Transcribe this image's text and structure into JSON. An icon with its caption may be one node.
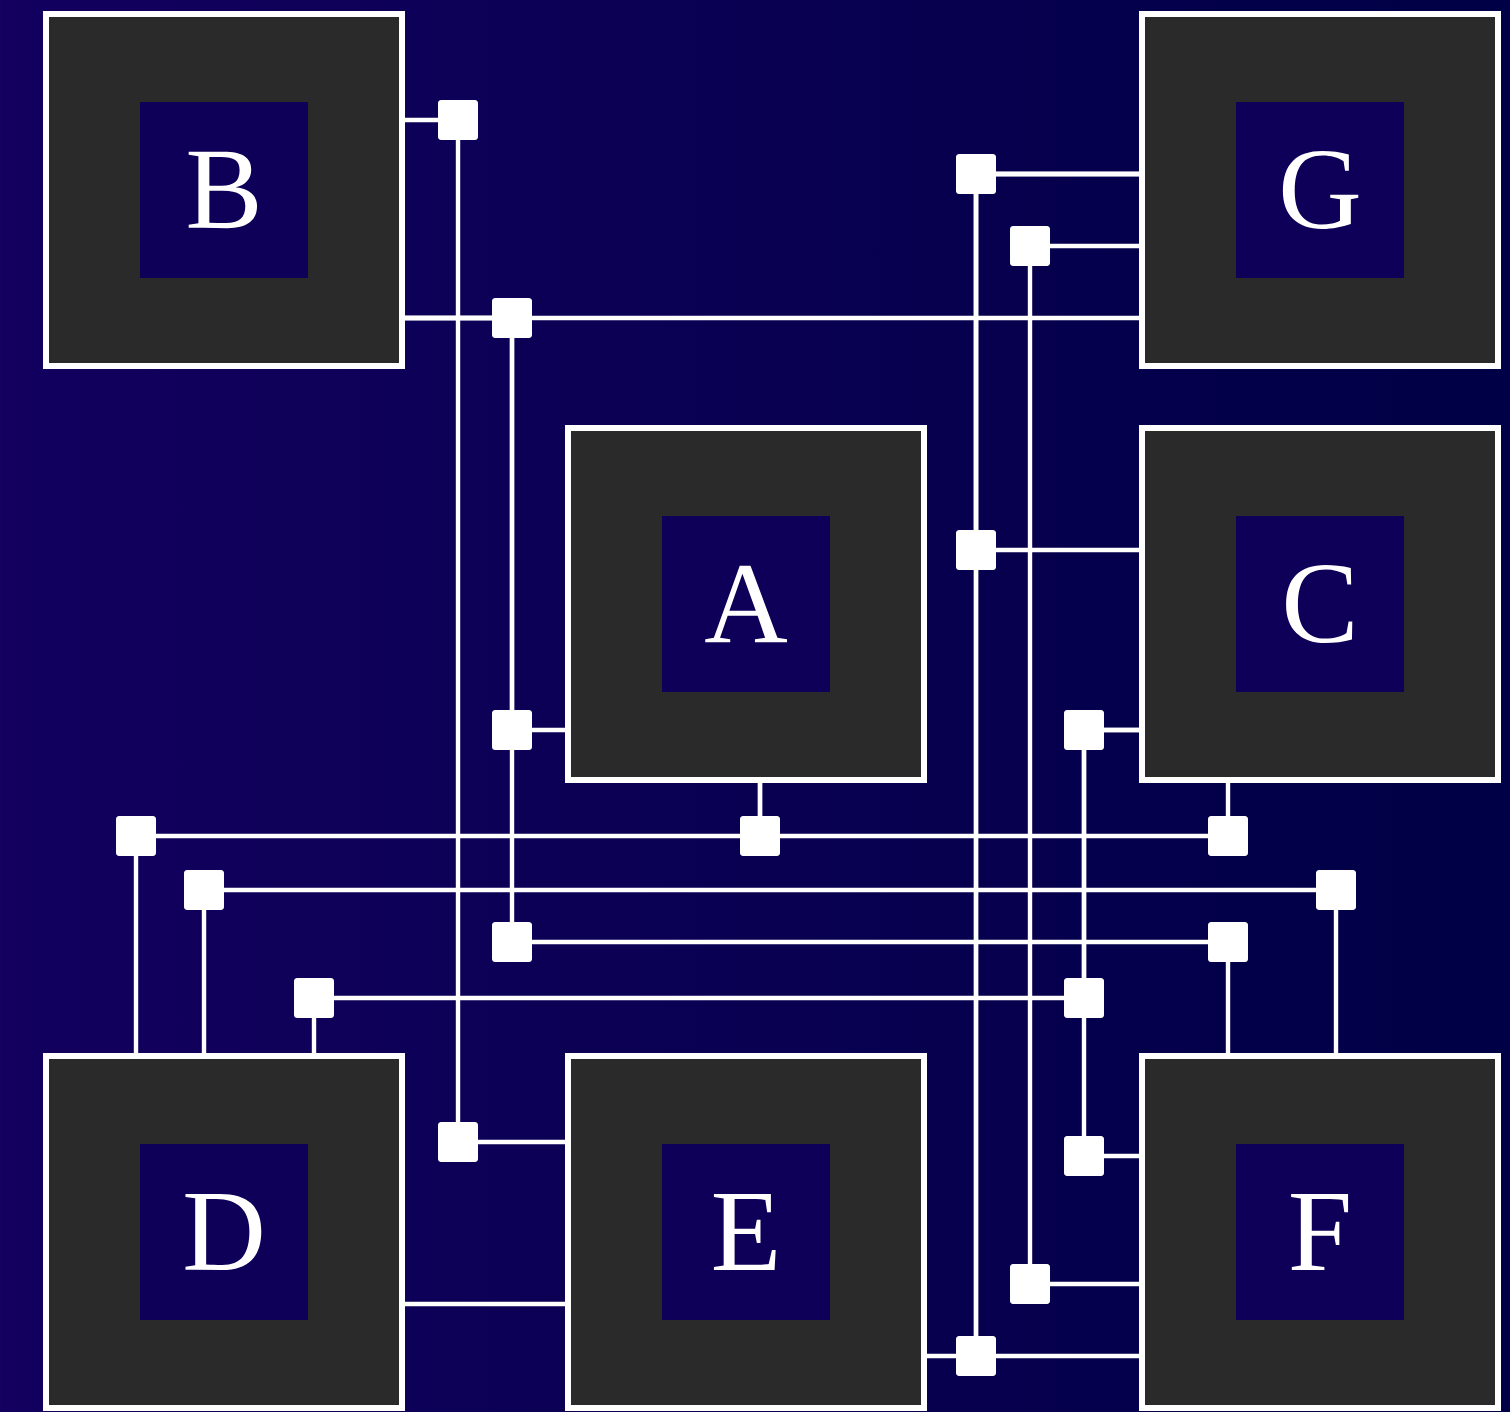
{
  "diagram": {
    "nodes": [
      {
        "text": [
          "B"
        ]
      },
      {
        "text": [
          "G"
        ]
      },
      {
        "text": [
          "A"
        ]
      },
      {
        "text": [
          "C"
        ]
      },
      {
        "text": [
          "D"
        ]
      },
      {
        "text": [
          "E"
        ]
      },
      {
        "text": [
          "F"
        ]
      }
    ],
    "edges": [
      {
        "from": 0,
        "to": 5,
        "arrow": "none"
      },
      {
        "from": 0,
        "to": 1,
        "arrow": "none"
      },
      {
        "from": 0,
        "to": 2,
        "arrow": "none"
      },
      {
        "from": 0,
        "to": 6,
        "arrow": "none"
      },
      {
        "from": 1,
        "to": 3,
        "arrow": "none"
      },
      {
        "from": 1,
        "to": 6,
        "arrow": "none"
      },
      {
        "from": 1,
        "to": 5,
        "arrow": "none"
      },
      {
        "from": 1,
        "to": 6,
        "arrow": "none"
      },
      {
        "from": 3,
        "to": 4,
        "arrow": "none"
      },
      {
        "from": 3,
        "to": 6,
        "arrow": "none"
      },
      {
        "from": 2,
        "to": 4,
        "arrow": "none"
      },
      {
        "from": 2,
        "to": 3,
        "arrow": "none"
      },
      {
        "from": 4,
        "to": 6,
        "arrow": "none"
      },
      {
        "from": 4,
        "to": 5,
        "arrow": "none"
      }
    ]
  }
}
